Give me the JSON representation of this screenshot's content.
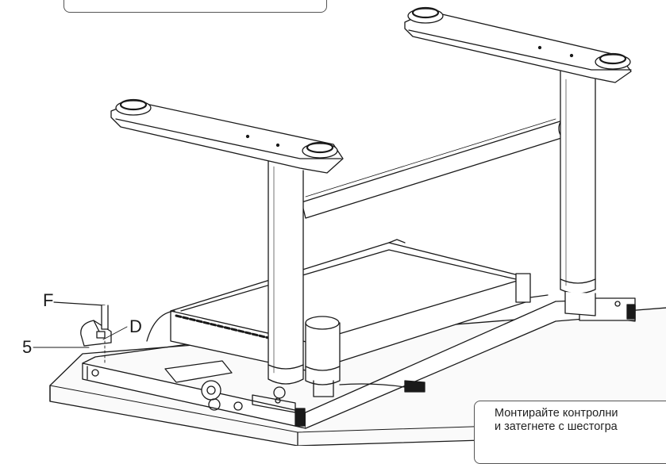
{
  "labels": {
    "F": "F",
    "D": "D",
    "five": "5"
  },
  "note": {
    "line1": "Монтирайте контролни",
    "line2": "и затегнете с шестогра"
  }
}
